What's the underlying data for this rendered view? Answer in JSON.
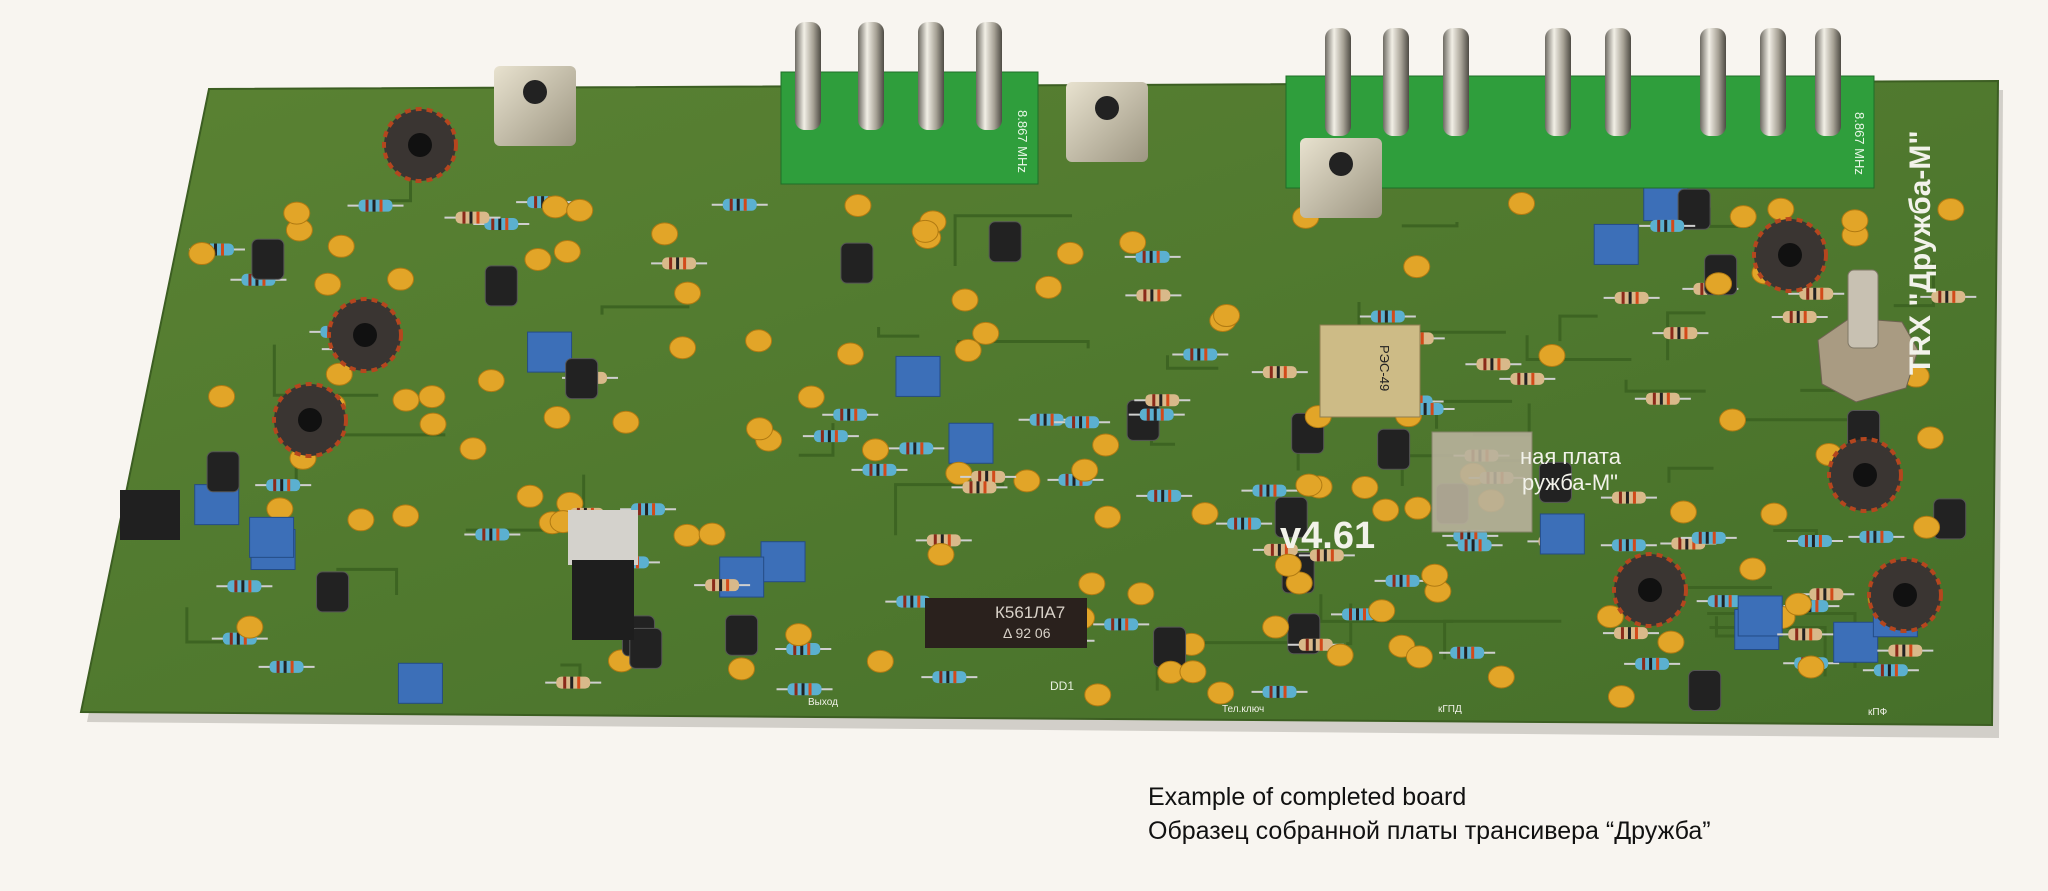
{
  "board": {
    "title_silk": "TRX \"Дружба-М\"",
    "version_silk": "v4.61",
    "name_silk_line1": "ная плата",
    "name_silk_line2": "ружба-М\"",
    "filter_freq_left": "8.867 MHz",
    "filter_freq_right": "8.867 MHz",
    "ic_part": "К561ЛА7",
    "ic_date": "Δ 92 06",
    "ic_ref": "DD1",
    "relay_marking": "РЭС-49",
    "connector_labels": [
      "Выход",
      "Тел.ключ",
      "кГПД",
      "кПФ"
    ],
    "colors": {
      "pcb": "#4f7a2c",
      "filter_pcb": "#2f9e3c",
      "capacitor": "#e2a528",
      "background": "#f8f5f0"
    }
  },
  "caption": {
    "line1": "Example of completed board",
    "line2": "Образец собранной платы трансивера “Дружба”"
  }
}
